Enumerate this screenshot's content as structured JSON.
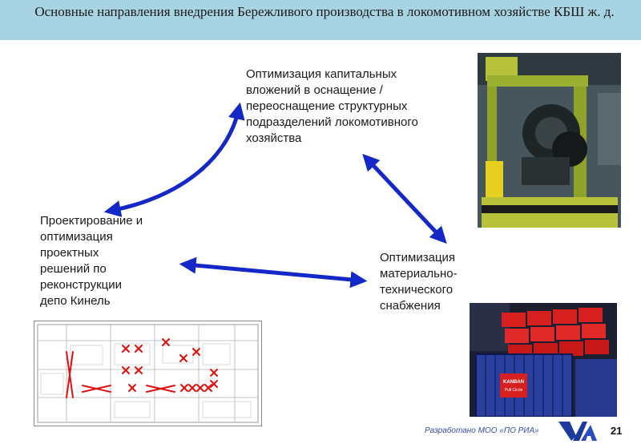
{
  "header": {
    "title": "Основные направления внедрения Бережливого производства в локомотивном хозяйстве КБШ ж. д.",
    "background": "#a8d3e3"
  },
  "blocks": {
    "capital": {
      "lines": [
        "Оптимизация капитальных",
        "вложений в оснащение /",
        "переоснащение структурных",
        "подразделений локомотивного",
        "хозяйства"
      ]
    },
    "design": {
      "lines": [
        "Проектирование и",
        "оптимизация",
        "проектных",
        "решений по",
        "реконструкции",
        "депо Кинель"
      ]
    },
    "supply": {
      "lines": [
        "Оптимизация",
        "материально-",
        "технического",
        "снабжения"
      ]
    }
  },
  "arrows": {
    "color": "#1428c8"
  },
  "photos": {
    "machine": {
      "icon": "locomotive-equipment-photo"
    },
    "boxes": {
      "icon": "storage-bins-photo",
      "sign_lines": [
        "KANBAN",
        "Pull Circle"
      ]
    },
    "plan": {
      "icon": "depot-floor-plan",
      "marker_color": "#e01010"
    }
  },
  "footer": {
    "developed_by": "Разработано МОО «ПО РИА»",
    "page": "21",
    "logo_icon": "ria-logo-icon"
  }
}
